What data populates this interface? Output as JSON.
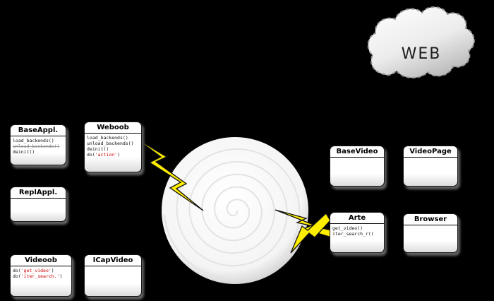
{
  "colors": {
    "background": "#000000",
    "bolt_yellow": "#ffee00",
    "method_red": "#cc0000",
    "strike_gray": "#8a8a8a",
    "box_fill": "#ffffff"
  },
  "cloud": {
    "label": "WEB"
  },
  "boxes": {
    "baseappl": {
      "title": "BaseAppl.",
      "lines": [
        [
          {
            "t": "load_backends()",
            "c": "black"
          }
        ],
        [
          {
            "t": "unload_backends()",
            "c": "gray-strike"
          }
        ],
        [
          {
            "t": "deinit()",
            "c": "black"
          }
        ]
      ]
    },
    "weboob": {
      "title": "Weboob",
      "lines": [
        [
          {
            "t": "load_backends()",
            "c": "black"
          }
        ],
        [
          {
            "t": "unload_backends()",
            "c": "black"
          }
        ],
        [
          {
            "t": "deinit()",
            "c": "black"
          }
        ],
        [
          {
            "t": "do(",
            "c": "black"
          },
          {
            "t": "'action'",
            "c": "red"
          },
          {
            "t": ")",
            "c": "black"
          }
        ]
      ]
    },
    "replappl": {
      "title": "ReplAppl.",
      "lines": []
    },
    "videoob": {
      "title": "Videoob",
      "lines": [
        [
          {
            "t": "do(",
            "c": "black"
          },
          {
            "t": "'get_video'",
            "c": "red"
          },
          {
            "t": ")",
            "c": "black"
          }
        ],
        [
          {
            "t": "do(",
            "c": "black"
          },
          {
            "t": "'iter_search.'",
            "c": "red"
          },
          {
            "t": ")",
            "c": "black"
          }
        ]
      ]
    },
    "icapvideo": {
      "title": "ICapVideo",
      "lines": []
    },
    "basevideo": {
      "title": "BaseVideo",
      "lines": []
    },
    "videopage": {
      "title": "VideoPage",
      "lines": []
    },
    "arte": {
      "title": "Arte",
      "lines": [
        [
          {
            "t": "get_video()",
            "c": "black"
          }
        ],
        [
          {
            "t": "iter_search_r()",
            "c": "black"
          }
        ]
      ]
    },
    "browser": {
      "title": "Browser",
      "lines": []
    }
  }
}
